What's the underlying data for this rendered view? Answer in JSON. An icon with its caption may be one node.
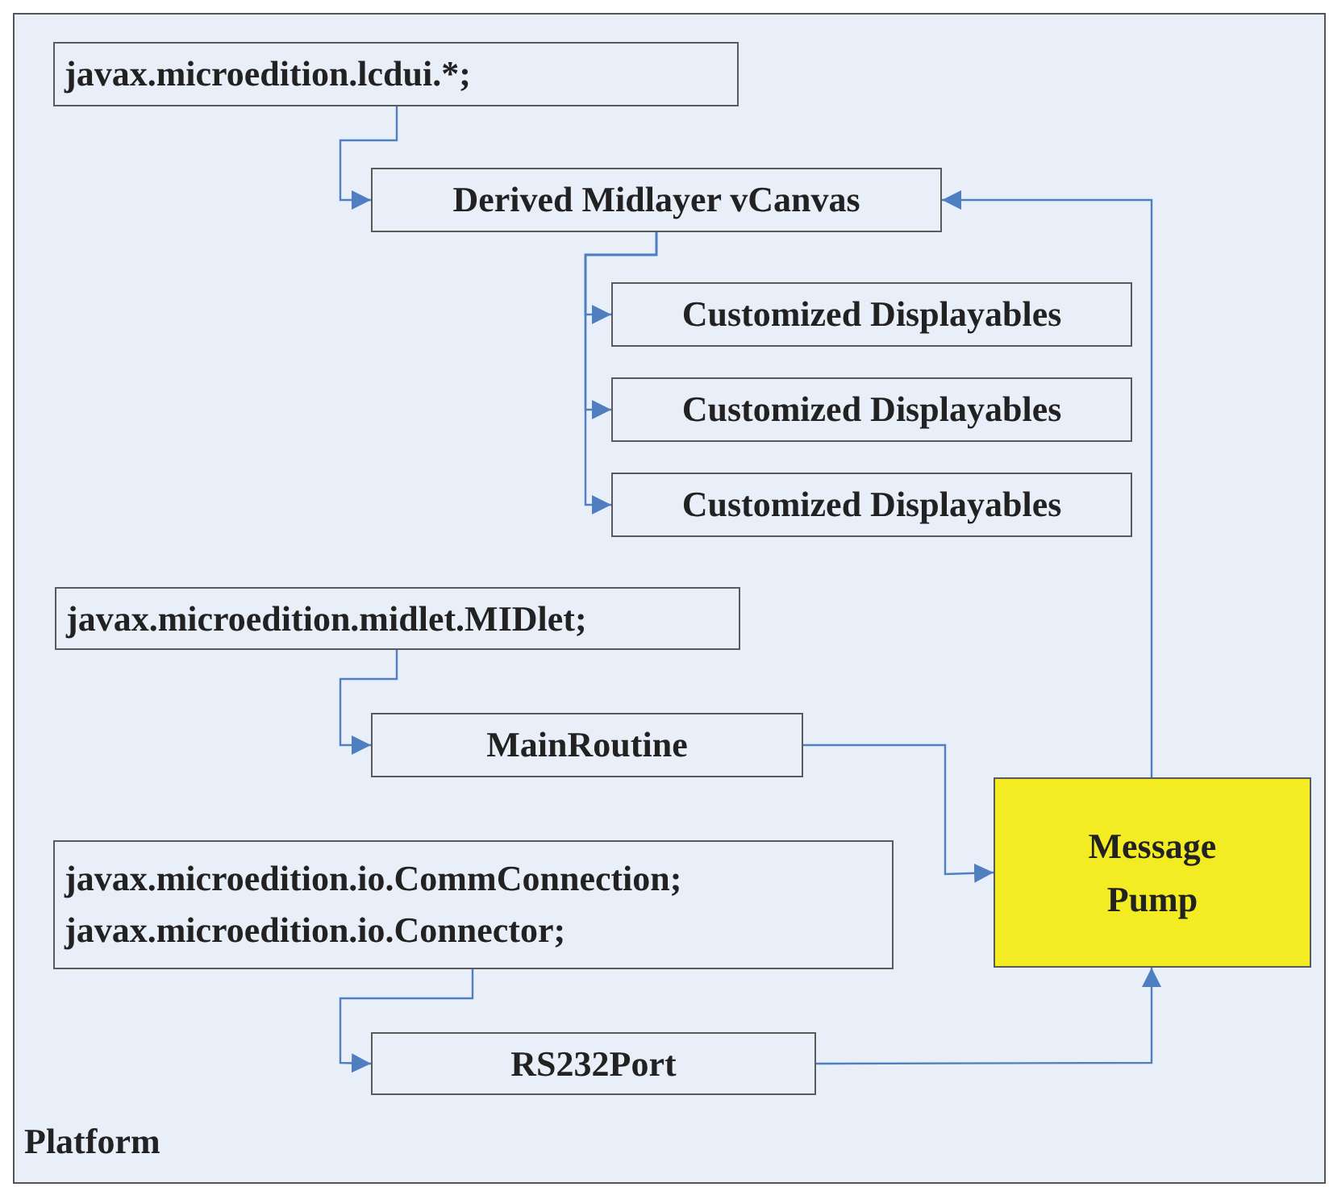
{
  "diagram": {
    "nodes": [
      {
        "text": [
          "Platform"
        ]
      },
      {
        "text": [
          "javax.microedition.lcdui.*;"
        ],
        "in": 0
      },
      {
        "text": [
          "Derived Midlayer vCanvas"
        ],
        "in": 0
      },
      {
        "text": [
          "Customized Displayables"
        ],
        "in": 0
      },
      {
        "text": [
          "Customized Displayables"
        ],
        "in": 0
      },
      {
        "text": [
          "Customized Displayables"
        ],
        "in": 0
      },
      {
        "text": [
          "javax.microedition.midlet.MIDlet;"
        ],
        "in": 0
      },
      {
        "text": [
          "MainRoutine"
        ],
        "in": 0
      },
      {
        "text": [
          "javax.microedition.io.CommConnection;",
          "javax.microedition.io.Connector;"
        ],
        "in": 0
      },
      {
        "text": [
          "RS232Port"
        ],
        "in": 0
      },
      {
        "text": [
          "Message Pump"
        ],
        "in": 0
      }
    ],
    "edges": [
      {
        "from": 1,
        "to": 2,
        "arrow": "to"
      },
      {
        "from": 2,
        "to": 3,
        "arrow": "to"
      },
      {
        "from": 2,
        "to": 4,
        "arrow": "to"
      },
      {
        "from": 2,
        "to": 5,
        "arrow": "to"
      },
      {
        "from": 6,
        "to": 7,
        "arrow": "to"
      },
      {
        "from": 7,
        "to": 10,
        "arrow": "to"
      },
      {
        "from": 8,
        "to": 9,
        "arrow": "to"
      },
      {
        "from": 9,
        "to": 10,
        "arrow": "to"
      },
      {
        "from": 10,
        "to": 2,
        "arrow": "to"
      }
    ]
  }
}
